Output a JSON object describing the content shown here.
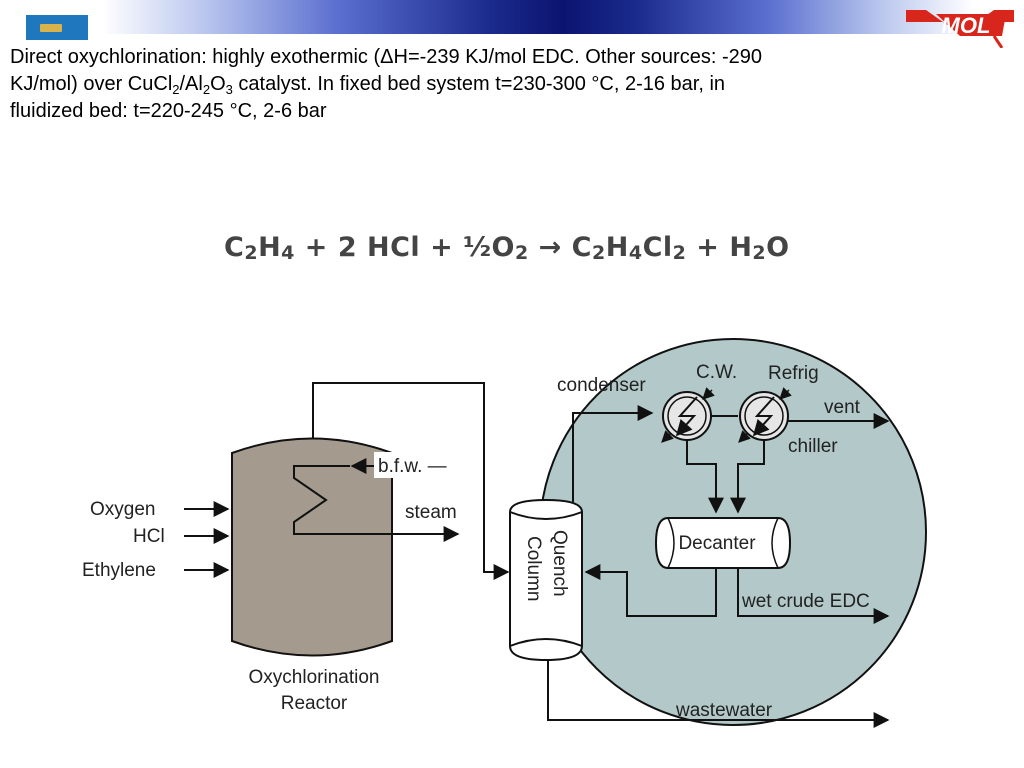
{
  "header": {
    "logo_text": "MOL"
  },
  "description": {
    "line1": "Direct oxychlorination: highly exothermic (ΔH=-239 KJ/mol EDC. Other sources: -290",
    "line2_part1": "KJ/mol) over CuCl",
    "line2_sub1": "2",
    "line2_part2": "/Al",
    "line2_sub2": "2",
    "line2_part3": "O",
    "line2_sub3": "3",
    "line2_part4": " catalyst. In fixed bed system t=230-300 °C, 2-16 bar, in",
    "line3": "fluidized bed: t=220-245 °C, 2-6 bar"
  },
  "equation": {
    "p1": "C",
    "s1": "2",
    "p2": "H",
    "s2": "4",
    "p3": " + 2 HCl + ½O",
    "s3": "2",
    "p4": " → C",
    "s4": "2",
    "p5": "H",
    "s5": "4",
    "p6": "Cl",
    "s6": "2",
    "p7": " + H",
    "s7": "2",
    "p8": "O"
  },
  "diagram": {
    "inputs": [
      "Oxygen",
      "HCl",
      "Ethylene"
    ],
    "reactor_label_line1": "Oxychlorination",
    "reactor_label_line2": "Reactor",
    "bfw": "b.f.w. —",
    "steam": "steam",
    "quench_line1": "Quench",
    "quench_line2": "Column",
    "condenser": "condenser",
    "cw": "C.W.",
    "refrig": "Refrig",
    "vent": "vent",
    "chiller": "chiller",
    "decanter": "Decanter",
    "wet_crude_edc": "wet crude EDC",
    "wastewater": "wastewater"
  },
  "colors": {
    "reactor_fill": "#a49a8e",
    "circle_fill": "#b3c9c9",
    "line": "#111111"
  }
}
